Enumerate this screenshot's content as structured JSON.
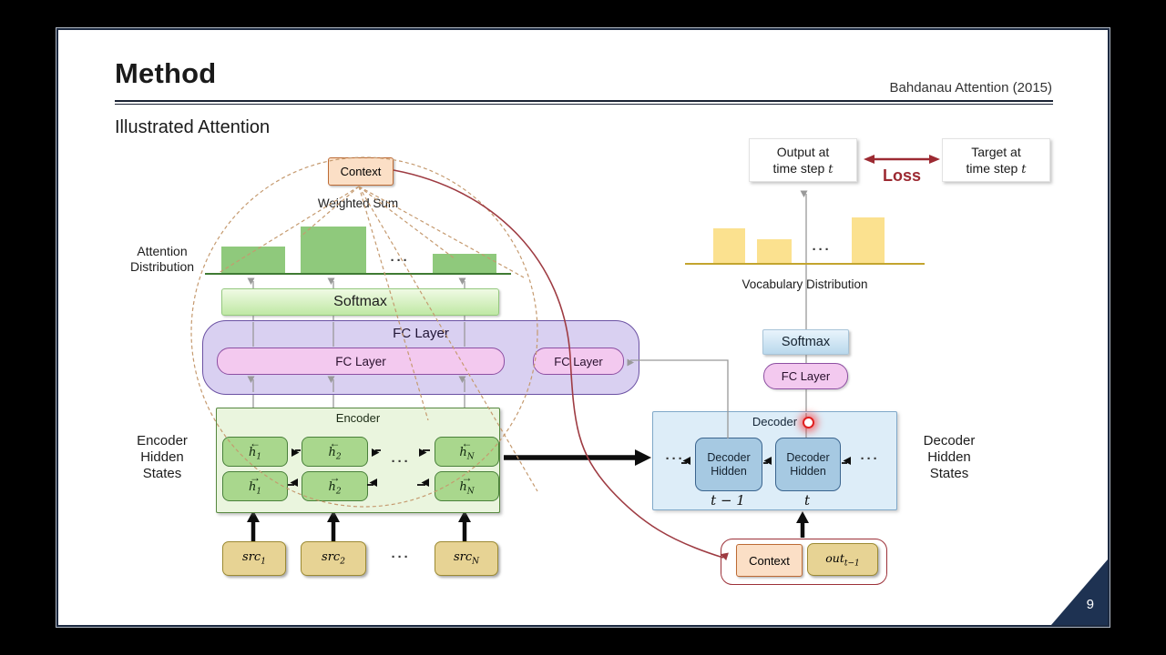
{
  "page_number": "9",
  "header": {
    "title": "Method",
    "attribution": "Bahdanau Attention (2015)",
    "subtitle": "Illustrated Attention"
  },
  "colors": {
    "accent_navy": "#1e3252",
    "loss_red": "#9c2a32",
    "context_curve_red": "#9e3b42",
    "dashed_tan": "#c59a6f",
    "attention_bar_green": "#8fc97c",
    "vocab_bar_yellow": "#fbe18f",
    "laser_dot_red": "#e02020"
  },
  "attention": {
    "context": "Context",
    "weighted_sum": "Weighted Sum",
    "dist_label": [
      "Attention",
      "Distribution"
    ],
    "bars": [
      "30px",
      "52px",
      "22px"
    ],
    "dots": "···",
    "softmax": "Softmax",
    "fc_outer": "FC Layer",
    "fc_inner": "FC Layer",
    "fc_query": "FC Layer"
  },
  "encoder": {
    "title": "Encoder",
    "hidden_label": [
      "Encoder",
      "Hidden",
      "States"
    ],
    "backward": [
      {
        "dir": "←",
        "base": "h",
        "sub": "1"
      },
      {
        "dir": "←",
        "base": "h",
        "sub": "2"
      },
      {
        "dir": "←",
        "base": "h",
        "sub": "N"
      }
    ],
    "forward": [
      {
        "dir": "→",
        "base": "h",
        "sub": "1"
      },
      {
        "dir": "→",
        "base": "h",
        "sub": "2"
      },
      {
        "dir": "→",
        "base": "h",
        "sub": "N"
      }
    ],
    "dots": "···",
    "sources": [
      {
        "base": "src",
        "sub": "1"
      },
      {
        "base": "src",
        "sub": "2"
      },
      {
        "base": "src",
        "sub": "N"
      }
    ],
    "src_dots": "···"
  },
  "output": {
    "output_box": {
      "line1": "Output at",
      "line2": "time step",
      "var": "t"
    },
    "target_box": {
      "line1": "Target at",
      "line2": "time step",
      "var": "t"
    },
    "loss": "Loss",
    "bars": [
      "38px",
      "26px",
      "50px"
    ],
    "dots": "···",
    "vocab_label": "Vocabulary Distribution",
    "softmax": "Softmax",
    "fc": "FC Layer"
  },
  "decoder": {
    "title": "Decoder",
    "hidden_label": [
      "Decoder",
      "Hidden",
      "States"
    ],
    "cells": [
      {
        "line1": "Decoder",
        "line2": "Hidden",
        "step": "t − 1"
      },
      {
        "line1": "Decoder",
        "line2": "Hidden",
        "step": "t"
      }
    ],
    "dots_left": "···",
    "dots_right": "···",
    "context": "Context",
    "out_prev": {
      "base": "out",
      "sub": "t−1"
    }
  }
}
